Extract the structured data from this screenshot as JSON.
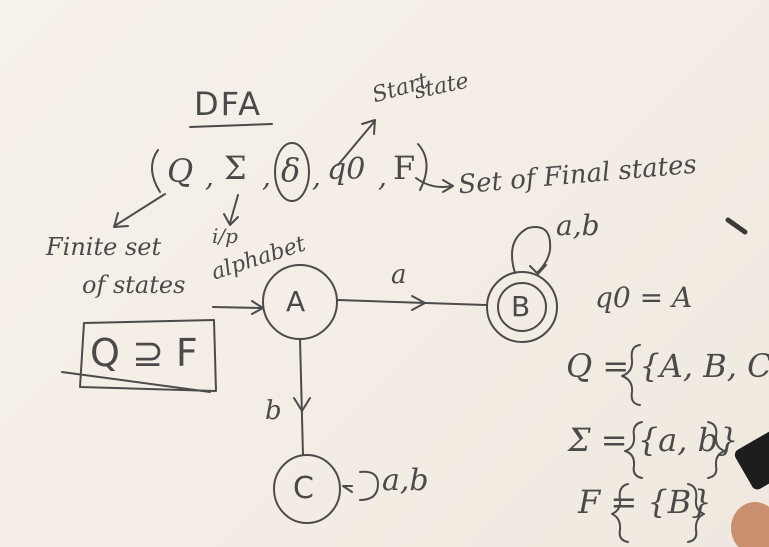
{
  "title": "DFA",
  "tuple": {
    "open": "(",
    "q_symbol": "Q",
    "comma1": ",",
    "sigma": "Σ",
    "comma2": ",",
    "delta": "δ",
    "comma3": ",",
    "q0": "q0",
    "comma4": ",",
    "f_symbol": "F",
    "close": ")"
  },
  "annotations": {
    "start_state": [
      "Start",
      "state"
    ],
    "final_states": "Set of Final states",
    "finite_set": "Finite set",
    "of_states": "of states",
    "ip": "i/p",
    "alphabet": "alphabet",
    "subset": "Q ⊇ F"
  },
  "states": {
    "A": "A",
    "B": "B",
    "C": "C"
  },
  "transitions": {
    "a_to_b": "a",
    "a_to_c": "b",
    "b_loop": "a,b",
    "c_loop": "a,b"
  },
  "definitions": {
    "q0": "q0 = A",
    "Q": "Q = {A, B, C}",
    "Sigma": "Σ = {a, b}",
    "F": "F = {B}"
  },
  "colors": {
    "board": "#f3ede5",
    "ink": "#4a4a4a"
  }
}
